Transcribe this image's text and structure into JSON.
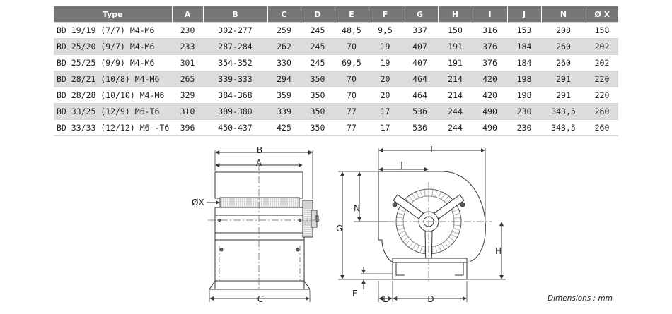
{
  "table": {
    "headers": [
      "Type",
      "A",
      "B",
      "C",
      "D",
      "E",
      "F",
      "G",
      "H",
      "I",
      "J",
      "N",
      "Ø X"
    ],
    "rows": [
      [
        "BD 19/19 (7/7) M4-M6",
        "230",
        "302-277",
        "259",
        "245",
        "48,5",
        "9,5",
        "337",
        "150",
        "316",
        "153",
        "208",
        "158"
      ],
      [
        "BD 25/20 (9/7) M4-M6",
        "233",
        "287-284",
        "262",
        "245",
        "70",
        "19",
        "407",
        "191",
        "376",
        "184",
        "260",
        "202"
      ],
      [
        "BD 25/25 (9/9) M4-M6",
        "301",
        "354-352",
        "330",
        "245",
        "69,5",
        "19",
        "407",
        "191",
        "376",
        "184",
        "260",
        "202"
      ],
      [
        "BD 28/21 (10/8) M4-M6",
        "265",
        "339-333",
        "294",
        "350",
        "70",
        "20",
        "464",
        "214",
        "420",
        "198",
        "291",
        "220"
      ],
      [
        "BD 28/28 (10/10) M4-M6",
        "329",
        "384-368",
        "359",
        "350",
        "70",
        "20",
        "464",
        "214",
        "420",
        "198",
        "291",
        "220"
      ],
      [
        "BD 33/25 (12/9) M6-T6",
        "310",
        "389-380",
        "339",
        "350",
        "77",
        "17",
        "536",
        "244",
        "490",
        "230",
        "343,5",
        "260"
      ],
      [
        "BD 33/33 (12/12) M6 -T6",
        "396",
        "450-437",
        "425",
        "350",
        "77",
        "17",
        "536",
        "244",
        "490",
        "230",
        "343,5",
        "260"
      ]
    ]
  },
  "drawing": {
    "labels": {
      "a": "A",
      "b": "B",
      "c": "C",
      "d": "D",
      "e": "E",
      "f": "F",
      "g": "G",
      "h": "H",
      "i": "I",
      "j": "J",
      "n": "N",
      "x": "ØX"
    }
  },
  "caption": "Dimensions : mm",
  "colors": {
    "header_bg": "#777777",
    "alt_row": "#dcdcdc",
    "line": "#333333"
  }
}
